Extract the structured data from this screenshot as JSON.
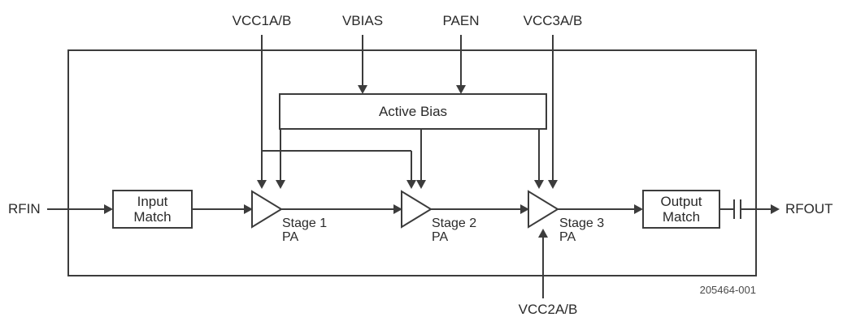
{
  "colors": {
    "line": "#3c3c3c",
    "text": "#2a2a2a",
    "background": "#ffffff"
  },
  "pins": {
    "vcc1": "VCC1A/B",
    "vbias": "VBIAS",
    "paen": "PAEN",
    "vcc3": "VCC3A/B",
    "vcc2": "VCC2A/B"
  },
  "io": {
    "input": "RFIN",
    "output": "RFOUT"
  },
  "blocks": {
    "input_match": {
      "line1": "Input",
      "line2": "Match"
    },
    "active_bias": {
      "label": "Active Bias"
    },
    "output_match": {
      "line1": "Output",
      "line2": "Match"
    },
    "stages": [
      {
        "name": "Stage 1",
        "sub": "PA"
      },
      {
        "name": "Stage 2",
        "sub": "PA"
      },
      {
        "name": "Stage 3",
        "sub": "PA"
      }
    ]
  },
  "figure_number": "205464-001"
}
